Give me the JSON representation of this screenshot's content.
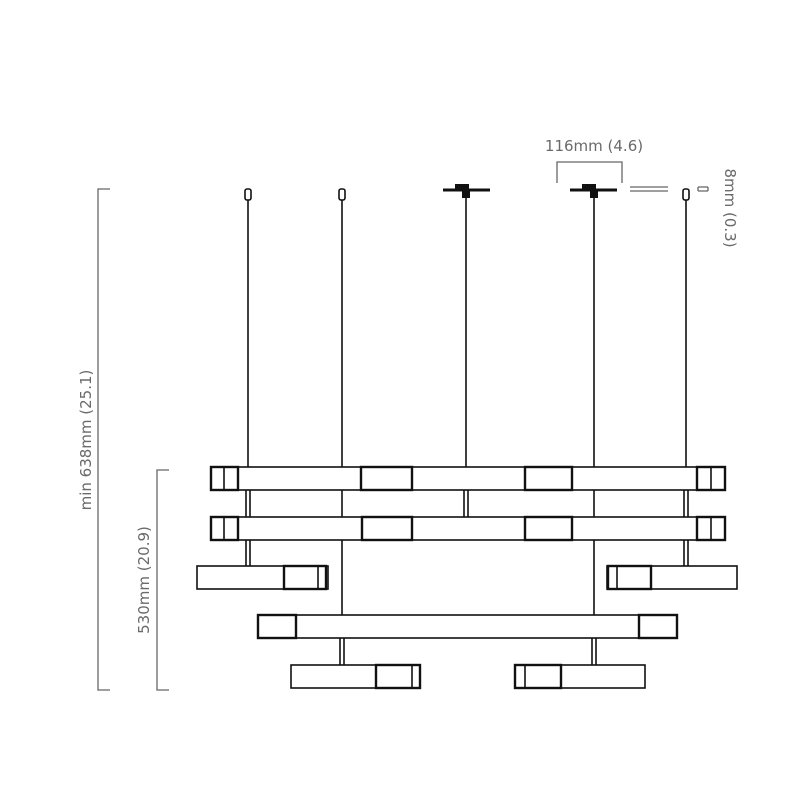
{
  "dimensions": {
    "canopy_width": "116mm (4.6)",
    "cable_diameter": "8mm (0.3)",
    "total_height": "min 638mm (25.1)",
    "fixture_height": "530mm (20.9)"
  },
  "colors": {
    "line": "#111111",
    "dimension_text": "#6a6a6a"
  }
}
